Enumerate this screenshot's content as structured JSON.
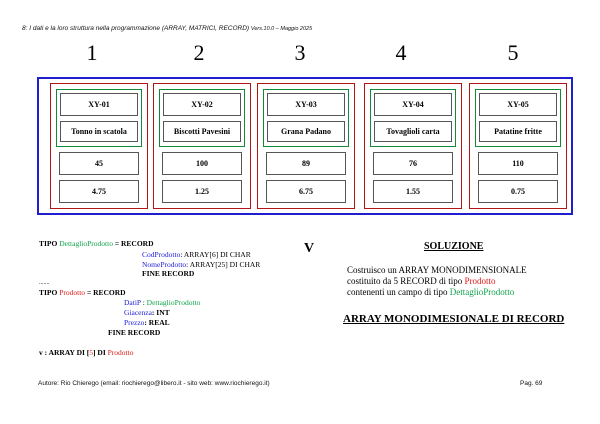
{
  "header": {
    "title": "8: I dati e la loro struttura nella programmazione (ARRAY, MATRICI, RECORD)",
    "version": "Vers.10.0 – Maggio 2025"
  },
  "indices": [
    "1",
    "2",
    "3",
    "4",
    "5"
  ],
  "records": [
    {
      "code": "XY-01",
      "name": "Tonno in scatola",
      "qty": "45",
      "price": "4.75"
    },
    {
      "code": "XY-02",
      "name": "Biscotti Pavesini",
      "qty": "100",
      "price": "1.25"
    },
    {
      "code": "XY-03",
      "name": "Grana Padano",
      "qty": "89",
      "price": "6.75"
    },
    {
      "code": "XY-04",
      "name": "Tovaglioli carta",
      "qty": "76",
      "price": "1.55"
    },
    {
      "code": "XY-05",
      "name": "Patatine fritte",
      "qty": "110",
      "price": "0.75"
    }
  ],
  "code_block": {
    "tipo1_kw": "TIPO",
    "tipo1_name": "DettaglioProdotto",
    "tipo1_eq": "= RECORD",
    "field1_name": "CodProdotto",
    "field1_type": ": ARRAY[6] DI CHAR",
    "field2_name": "NomeProdotto",
    "field2_type": ": ARRAY[25] DI CHAR",
    "fine1": "FINE RECORD",
    "dots": ".......",
    "tipo2_kw": "TIPO",
    "tipo2_name": "Prodotto",
    "tipo2_eq": "= RECORD",
    "field3_name": "DatiP",
    "field3_sep": " : ",
    "field3_type": "DettaglioProdotto",
    "field4_name": "Giacenza",
    "field4_type": ": INT",
    "field5_name": "Prezzo",
    "field5_type": ": REAL",
    "fine2": "FINE RECORD",
    "var_prefix": "v : ARRAY DI [",
    "var_size": "5",
    "var_mid": "] DI ",
    "var_type": "Prodotto"
  },
  "v_label": "V",
  "solution": {
    "title": "SOLUZIONE",
    "line1": "Costruisco un ARRAY MONODIMENSIONALE",
    "line2_prefix": "costituito da 5 RECORD di tipo ",
    "line2_type": "Prodotto",
    "line3_prefix": "contenenti un campo di tipo ",
    "line3_type": "DettaglioProdotto",
    "array_title": "ARRAY MONODIMESIONALE DI RECORD"
  },
  "footer": {
    "author": "Autore: Rio Chierego  (email: riochierego@libero.it - sito web: www.riochierego.it)",
    "page": "Pag. 69"
  },
  "colors": {
    "outer_border": "#1f1fd0",
    "record_border": "#b31515",
    "inner_border": "#138a3a",
    "green_text": "#11a34a",
    "blue_text": "#1a1ad8",
    "red_text": "#e01818"
  }
}
